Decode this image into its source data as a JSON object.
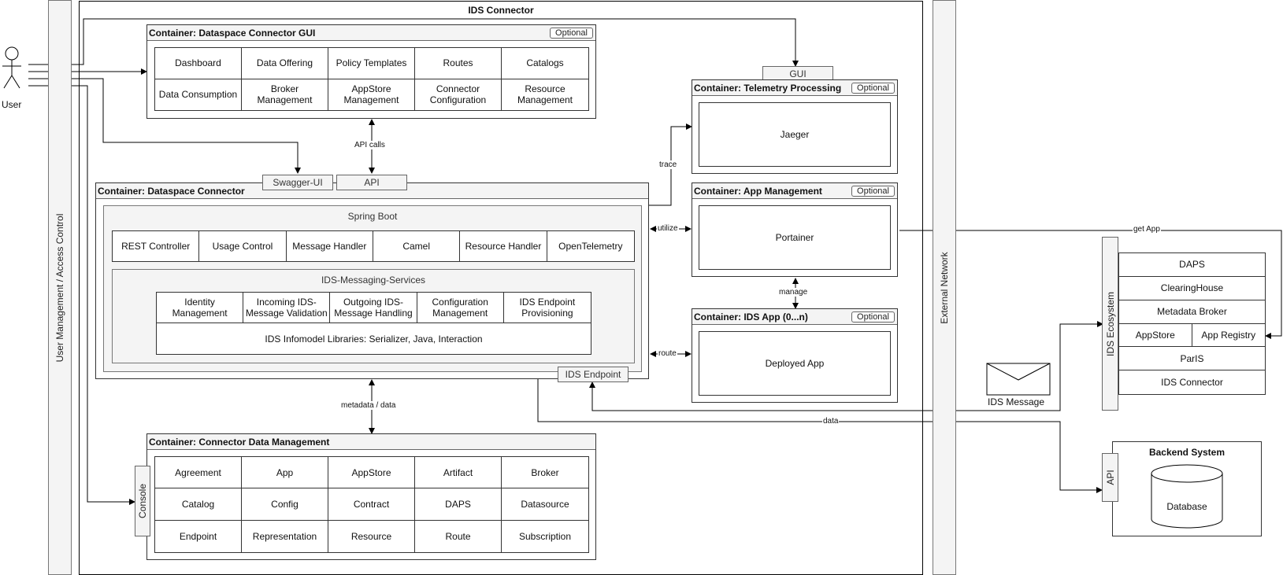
{
  "actor": {
    "label": "User"
  },
  "access_bar": {
    "label": "User Management / Access Control"
  },
  "external_bar": {
    "label": "External Network"
  },
  "connector_frame": {
    "title": "IDS Connector"
  },
  "optional_tag": "Optional",
  "gui_container": {
    "title": "Container: Dataspace Connector GUI",
    "cells": [
      "Dashboard",
      "Data Offering",
      "Policy Templates",
      "Routes",
      "Catalogs",
      "Data Consumption",
      "Broker Management",
      "AppStore Management",
      "Connector Configuration",
      "Resource Management"
    ]
  },
  "tabs": {
    "swagger": "Swagger-UI",
    "api": "API",
    "gui": "GUI",
    "ids_endpoint": "IDS Endpoint",
    "console": "Console"
  },
  "connector_container": {
    "title": "Container: Dataspace Connector",
    "spring_boot": {
      "title": "Spring Boot",
      "components": [
        "REST Controller",
        "Usage Control",
        "Message Handler",
        "Camel",
        "Resource Handler",
        "OpenTelemetry"
      ]
    },
    "messaging": {
      "title": "IDS-Messaging-Services",
      "components": [
        "Identity Management",
        "Incoming IDS-Message Validation",
        "Outgoing IDS-Message Handling",
        "Configuration Management",
        "IDS Endpoint Provisioning"
      ],
      "libraries": "IDS Infomodel Libraries: Serializer, Java, Interaction"
    }
  },
  "telemetry_container": {
    "title": "Container: Telemetry Processing",
    "content": "Jaeger"
  },
  "app_mgmt_container": {
    "title": "Container: App Management",
    "content": "Portainer"
  },
  "ids_app_container": {
    "title": "Container: IDS App (0...n)",
    "content": "Deployed App"
  },
  "data_mgmt_container": {
    "title": "Container: Connector Data Management",
    "cells": [
      "Agreement",
      "App",
      "AppStore",
      "Artifact",
      "Broker",
      "Catalog",
      "Config",
      "Contract",
      "DAPS",
      "Datasource",
      "Endpoint",
      "Representation",
      "Resource",
      "Route",
      "Subscription"
    ]
  },
  "ecosystem": {
    "label": "IDS Ecosystem",
    "items": [
      "DAPS",
      "ClearingHouse",
      "Metadata Broker",
      "AppStore",
      "App Registry",
      "ParIS",
      "IDS Connector"
    ]
  },
  "backend": {
    "title": "Backend System",
    "api_label": "API",
    "database": "Database"
  },
  "message": {
    "label": "IDS Message"
  },
  "edge_labels": {
    "api_calls": "API calls",
    "trace": "trace",
    "utilize": "utilize",
    "manage": "manage",
    "route": "route",
    "metadata_data": "metadata / data",
    "get_app": "get App",
    "data": "data"
  }
}
